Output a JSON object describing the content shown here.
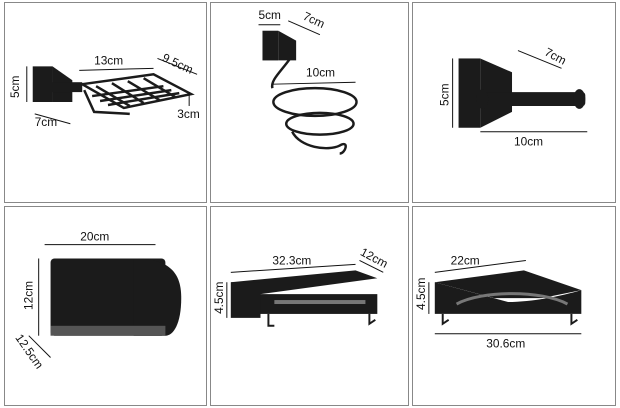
{
  "products": [
    {
      "name": "soap dish",
      "dims": {
        "d1": "13cm",
        "d2": "9.5cm",
        "d3": "5cm",
        "d4": "7cm",
        "d5": "3cm"
      }
    },
    {
      "name": "hair dryer holder",
      "dims": {
        "d1": "5cm",
        "d2": "7cm",
        "d3": "10cm"
      }
    },
    {
      "name": "double robe hook",
      "dims": {
        "d1": "7cm",
        "d2": "5cm",
        "d3": "10cm"
      }
    },
    {
      "name": "toilet paper holder",
      "dims": {
        "d1": "20cm",
        "d2": "12cm",
        "d3": "12.5cm"
      }
    },
    {
      "name": "rectangular shelf",
      "dims": {
        "d1": "32.3cm",
        "d2": "12cm",
        "d3": "4.5cm"
      }
    },
    {
      "name": "corner shelf",
      "dims": {
        "d1": "22cm",
        "d2": "4.5cm",
        "d3": "30.6cm"
      }
    }
  ]
}
